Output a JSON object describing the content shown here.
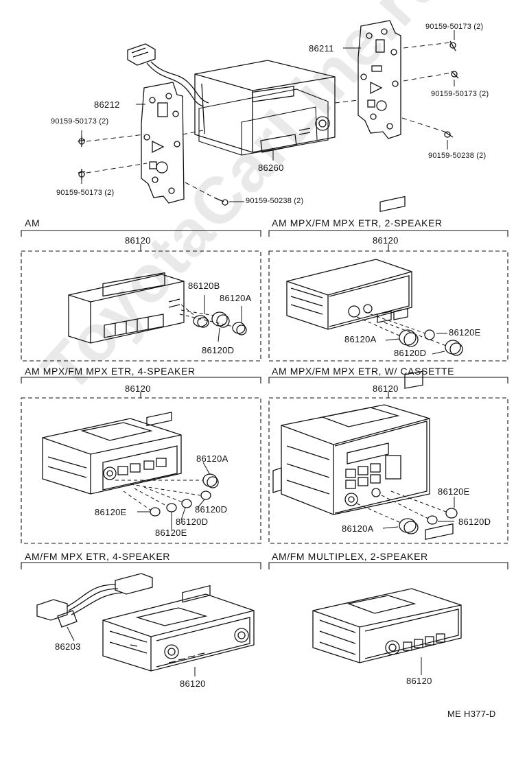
{
  "watermark": "ToyotaCarLine.ru",
  "top_assembly": {
    "parts": [
      "86211",
      "86212",
      "86260"
    ],
    "screws": [
      "90159-50173 (2)",
      "90159-50173 (2)",
      "90159-50238 (2)",
      "90159-50173 (2)",
      "90159-50173 (2)",
      "90159-50238 (2)"
    ]
  },
  "panels": [
    {
      "title": "AM",
      "part": "86120",
      "labels": [
        "86120B",
        "86120A",
        "86120D"
      ]
    },
    {
      "title": "AM  MPX/FM  MPX  ETR, 2-SPEAKER",
      "part": "86120",
      "labels": [
        "86120A",
        "86120E",
        "86120D"
      ]
    },
    {
      "title": "AM  MPX/FM  MPX  ETR, 4-SPEAKER",
      "part": "86120",
      "labels": [
        "86120A",
        "86120E",
        "86120D",
        "86120D",
        "86120E"
      ]
    },
    {
      "title": "AM  MPX/FM  MPX  ETR, W/ CASSETTE",
      "part": "86120",
      "labels": [
        "86120E",
        "86120A",
        "86120D"
      ]
    },
    {
      "title": "AM/FM  MPX  ETR, 4-SPEAKER",
      "part": "86120",
      "labels": [
        "86203"
      ]
    },
    {
      "title": "AM/FM  MULTIPLEX, 2-SPEAKER",
      "part": "86120",
      "labels": []
    }
  ],
  "footer_code": "ME  H377-D"
}
